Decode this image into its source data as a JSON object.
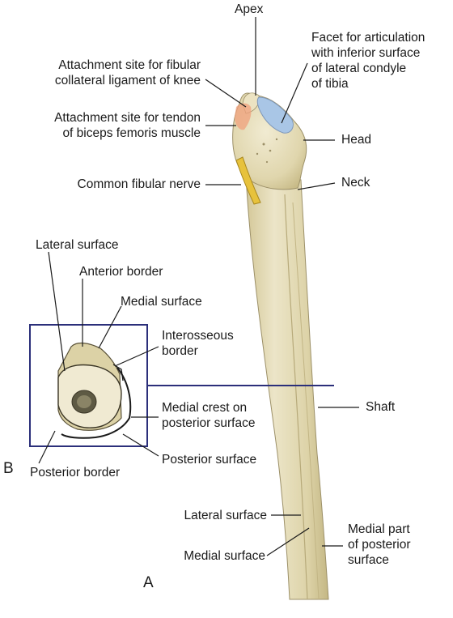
{
  "figure_letters": {
    "a": "A",
    "b": "B"
  },
  "labels": {
    "apex": "Apex",
    "facet_line1": "Facet for articulation",
    "facet_line2": "with inferior surface",
    "facet_line3": "of lateral condyle",
    "facet_line4": "of tibia",
    "fibular_lig_line1": "Attachment site for fibular",
    "fibular_lig_line2": "collateral ligament of knee",
    "biceps_line1": "Attachment site for tendon",
    "biceps_line2": "of biceps femoris muscle",
    "head": "Head",
    "neck": "Neck",
    "common_fibular_nerve": "Common fibular nerve",
    "shaft": "Shaft",
    "lateral_surface_shaft": "Lateral surface",
    "medial_surface_shaft": "Medial surface",
    "medial_part_line1": "Medial part",
    "medial_part_line2": "of posterior",
    "medial_part_line3": "surface",
    "cs_lateral_surface": "Lateral surface",
    "cs_anterior_border": "Anterior border",
    "cs_medial_surface": "Medial surface",
    "cs_interosseous_line1": "Interosseous",
    "cs_interosseous_line2": "border",
    "cs_medial_crest_line1": "Medial crest on",
    "cs_medial_crest_line2": "posterior surface",
    "cs_posterior_surface": "Posterior surface",
    "cs_posterior_border": "Posterior border"
  },
  "colors": {
    "bone": "#e7dfbf",
    "bone_shadow": "#cbbf91",
    "facet": "#a9c6e6",
    "attachment": "#f0a07c",
    "nerve": "#e7c23c",
    "box": "#2b2f7a",
    "leader": "#1a1a1a"
  }
}
